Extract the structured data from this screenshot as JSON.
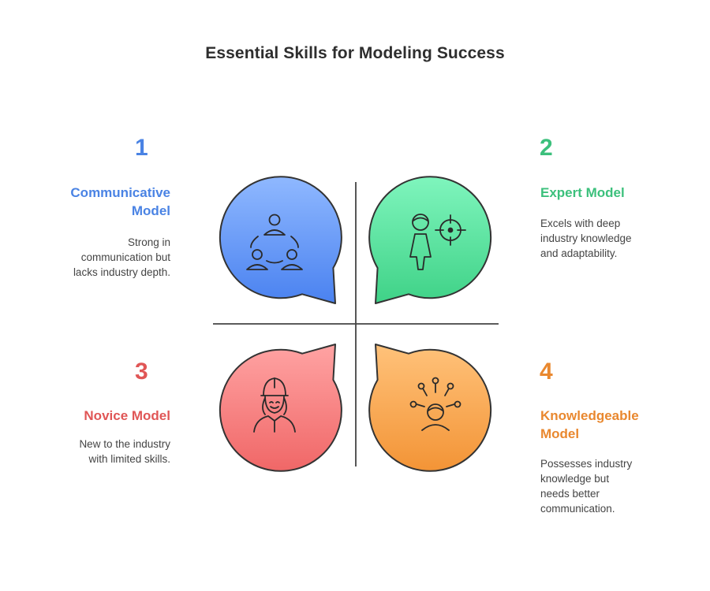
{
  "title": "Essential Skills for Modeling Success",
  "quadrants": [
    {
      "number": "1",
      "heading_lines": [
        "Communicative",
        "Model"
      ],
      "desc_lines": [
        "Strong in",
        "communication but",
        "lacks industry depth."
      ],
      "color": "#4a83e4",
      "icon": "group-communication-icon"
    },
    {
      "number": "2",
      "heading_lines": [
        "Expert Model"
      ],
      "desc_lines": [
        "Excels with deep",
        "industry knowledge",
        "and adaptability."
      ],
      "color": "#3cc07c",
      "icon": "person-target-icon"
    },
    {
      "number": "3",
      "heading_lines": [
        "Novice Model"
      ],
      "desc_lines": [
        "New to the industry",
        "with limited skills."
      ],
      "color": "#e05656",
      "icon": "hardhat-worker-icon"
    },
    {
      "number": "4",
      "heading_lines": [
        "Knowledgeable",
        "Model"
      ],
      "desc_lines": [
        "Possesses industry",
        "knowledge but",
        "needs better",
        "communication."
      ],
      "color": "#e9882f",
      "icon": "person-ideas-icon"
    }
  ]
}
